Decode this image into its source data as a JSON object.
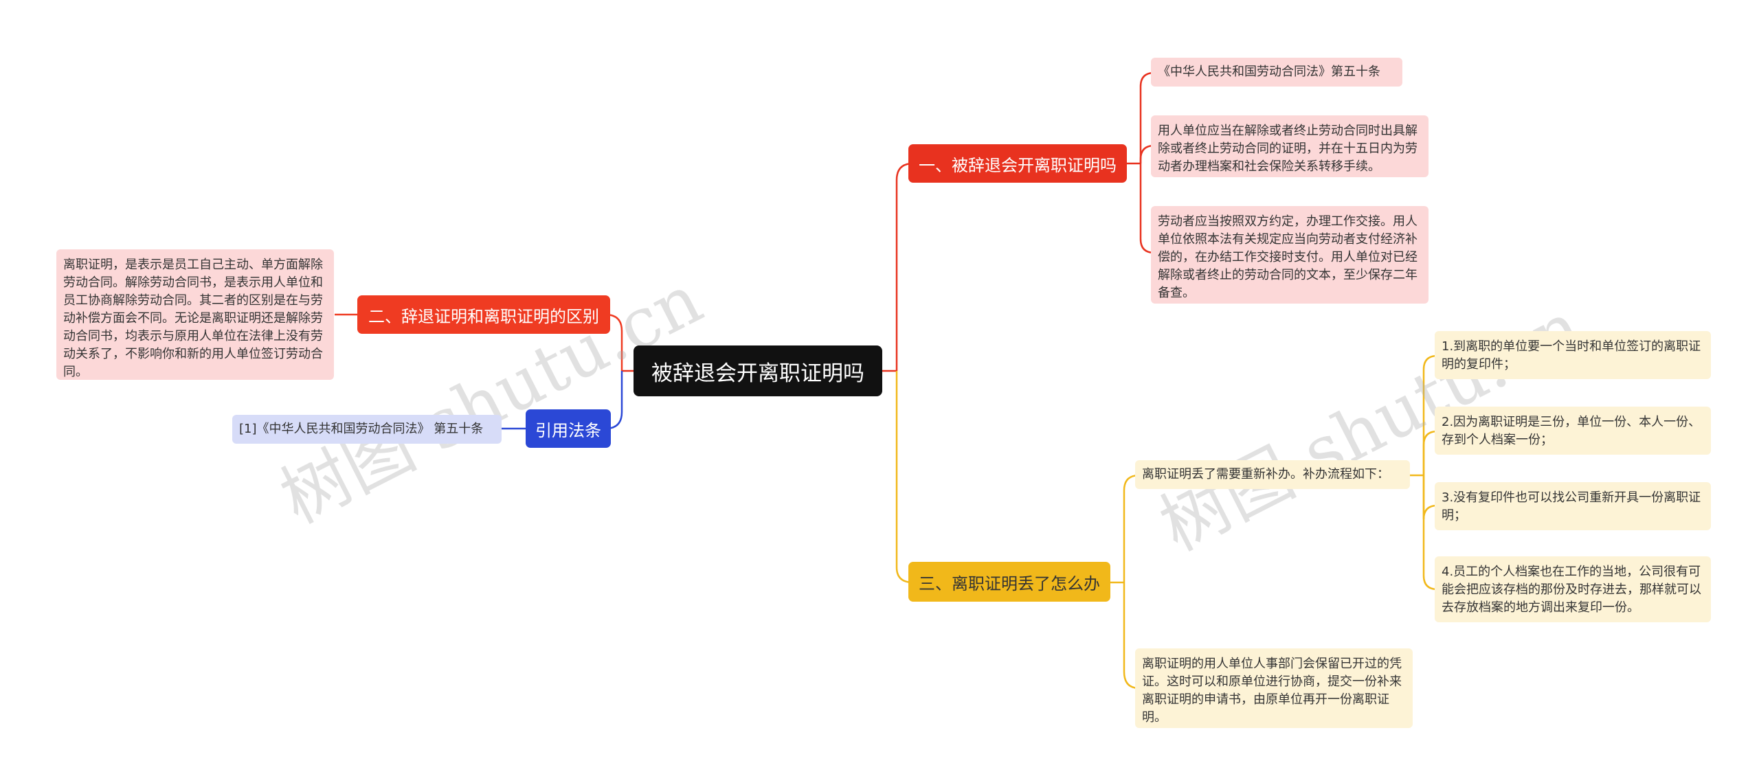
{
  "root": {
    "label": "被辞退会开离职证明吗"
  },
  "branches": {
    "b1": {
      "label": "一、被辞退会开离职证明吗",
      "leaves": [
        "《中华人民共和国劳动合同法》第五十条",
        "用人单位应当在解除或者终止劳动合同时出具解除或者终止劳动合同的证明，并在十五日内为劳动者办理档案和社会保险关系转移手续。",
        "劳动者应当按照双方约定，办理工作交接。用人单位依照本法有关规定应当向劳动者支付经济补偿的，在办结工作交接时支付。用人单位对已经解除或者终止的劳动合同的文本，至少保存二年备查。"
      ]
    },
    "b2": {
      "label": "二、辞退证明和离职证明的区别",
      "leaves": [
        "离职证明，是表示是员工自己主动、单方面解除劳动合同。解除劳动合同书，是表示用人单位和员工协商解除劳动合同。其二者的区别是在与劳动补偿方面会不同。无论是离职证明还是解除劳动合同书，均表示与原用人单位在法律上没有劳动关系了，不影响你和新的用人单位签订劳动合同。"
      ]
    },
    "b3": {
      "label": "引用法条",
      "leaves": [
        "[1]《中华人民共和国劳动合同法》 第五十条"
      ]
    },
    "b4": {
      "label": "三、离职证明丢了怎么办",
      "sub1": {
        "label": "离职证明丢了需要重新补办。补办流程如下：",
        "leaves": [
          "1.到离职的单位要一个当时和单位签订的离职证明的复印件；",
          "2.因为离职证明是三份，单位一份、本人一份、存到个人档案一份；",
          "3.没有复印件也可以找公司重新开具一份离职证明；",
          "4.员工的个人档案也在工作的当地，公司很有可能会把应该存档的那份及时存进去，那样就可以去存放档案的地方调出来复印一份。"
        ]
      },
      "sub2": "离职证明的用人单位人事部门会保留已开过的凭证。这时可以和原单位进行协商，提交一份补来离职证明的申请书，由原单位再开一份离职证明。"
    }
  },
  "watermarks": [
    "树图 shutu.cn",
    "树图 shutu.cn"
  ],
  "colors": {
    "root": "#111111",
    "red": "#e8321f",
    "yellow": "#f1b81a",
    "blue": "#2b48d6",
    "leaf_red": "#fcd8d8",
    "leaf_yellow": "#fdf3d6",
    "leaf_blue": "#d7dcf8"
  }
}
